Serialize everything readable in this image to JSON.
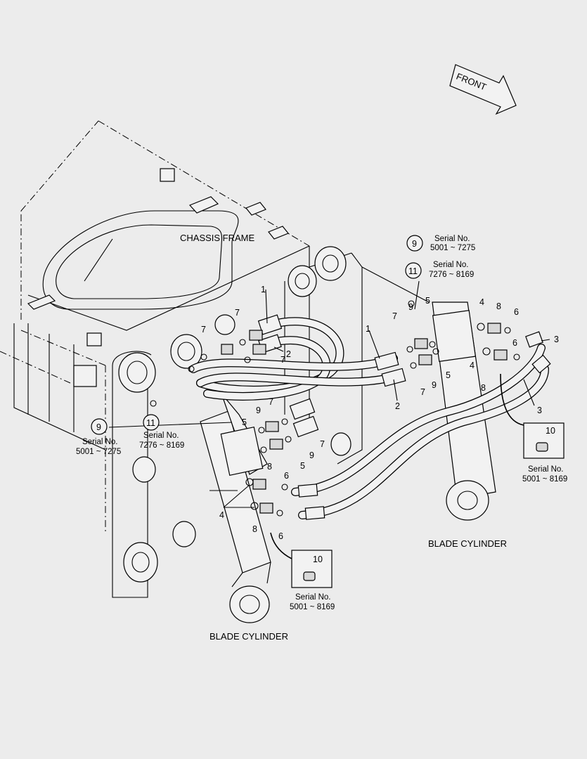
{
  "direction_label": "FRONT",
  "labels": {
    "chassis_frame": "CHASSIS FRAME",
    "blade_cylinder_left": "BLADE CYLINDER",
    "blade_cylinder_right": "BLADE CYLINDER"
  },
  "serial_notes": {
    "top_a": {
      "circle": "9",
      "title": "Serial No.",
      "range": "5001 ~ 7275"
    },
    "top_b": {
      "circle": "11",
      "title": "Serial No.",
      "range": "7276 ~ 8169"
    },
    "left_a": {
      "circle": "9",
      "title": "Serial No.",
      "range": "5001 ~ 7275"
    },
    "left_b": {
      "circle": "11",
      "title": "Serial No.",
      "range": "7276 ~ 8169"
    },
    "box_right": {
      "part": "10",
      "title": "Serial No.",
      "range": "5001 ~ 8169"
    },
    "box_bottom": {
      "part": "10",
      "title": "Serial No.",
      "range": "5001 ~ 8169"
    }
  },
  "callouts": {
    "n1": "1",
    "n2": "2",
    "n3": "3",
    "n4": "4",
    "n5": "5",
    "n6": "6",
    "n7": "7",
    "n8": "8",
    "n9": "9"
  },
  "colors": {
    "background": "#ececec",
    "line": "#000000",
    "part_fill": "#f2f2f2"
  }
}
